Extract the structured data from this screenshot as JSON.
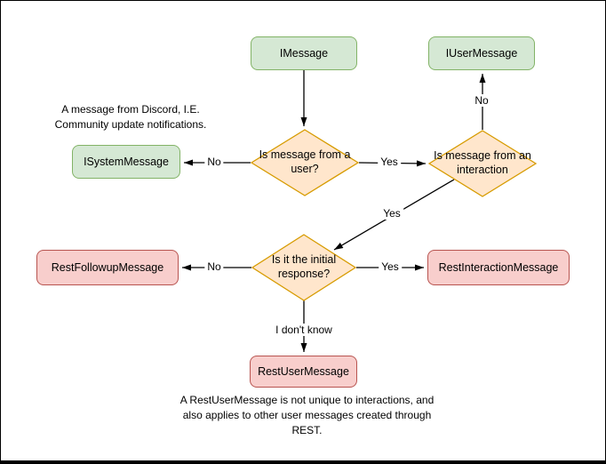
{
  "palette": {
    "background": "#ffffff",
    "green_fill": "#d5e8d4",
    "green_stroke": "#82b366",
    "orange_fill": "#ffe6cc",
    "orange_stroke": "#d79b00",
    "red_fill": "#f8cecc",
    "red_stroke": "#b85450",
    "connector_color": "#000000"
  },
  "nodes": {
    "imessage": {
      "label": "IMessage"
    },
    "iusermessage": {
      "label": "IUserMessage"
    },
    "isystemmessage": {
      "label": "ISystemMessage"
    },
    "restfollowupmessage": {
      "label": "RestFollowupMessage"
    },
    "restinteractionmessage": {
      "label": "RestInteractionMessage"
    },
    "restusermessage": {
      "label": "RestUserMessage"
    }
  },
  "decisions": {
    "is_from_user": {
      "label": "Is message from a user?"
    },
    "is_from_interaction": {
      "label": "Is message from an interaction"
    },
    "is_initial_response": {
      "label": "Is it the initial response?"
    }
  },
  "edge_labels": {
    "from_user_no": "No",
    "from_user_yes": "Yes",
    "from_interaction_no": "No",
    "from_interaction_yes": "Yes",
    "initial_response_no": "No",
    "initial_response_yes": "Yes",
    "initial_response_unknown": "I don't know"
  },
  "notes": {
    "system_message_note": "A message from Discord, I.E. Community update notifications.",
    "rest_user_message_note": "A RestUserMessage is not unique to interactions, and also applies to other user messages created through REST."
  }
}
